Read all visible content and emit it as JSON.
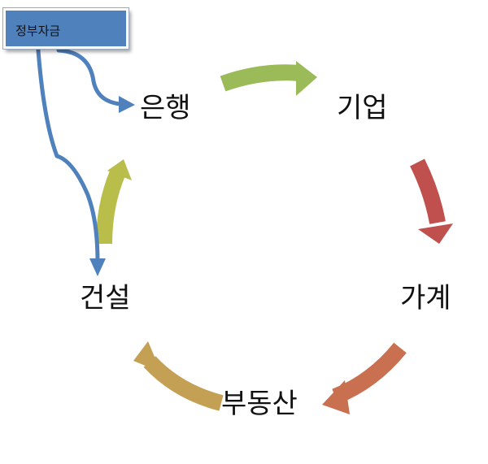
{
  "source": {
    "label": "정부자금"
  },
  "nodes": {
    "bank": "은행",
    "company": "기업",
    "household": "가계",
    "real_estate": "부동산",
    "construction": "건설"
  },
  "colors": {
    "bank_to_company": "#9bbb59",
    "company_to_household": "#c0504d",
    "household_to_real_estate": "#c8704f",
    "real_estate_to_construction": "#c4a055",
    "construction_to_bank": "#b9bd4a",
    "government_flow": "#4f81bd",
    "source_box": "#4f81bd"
  }
}
